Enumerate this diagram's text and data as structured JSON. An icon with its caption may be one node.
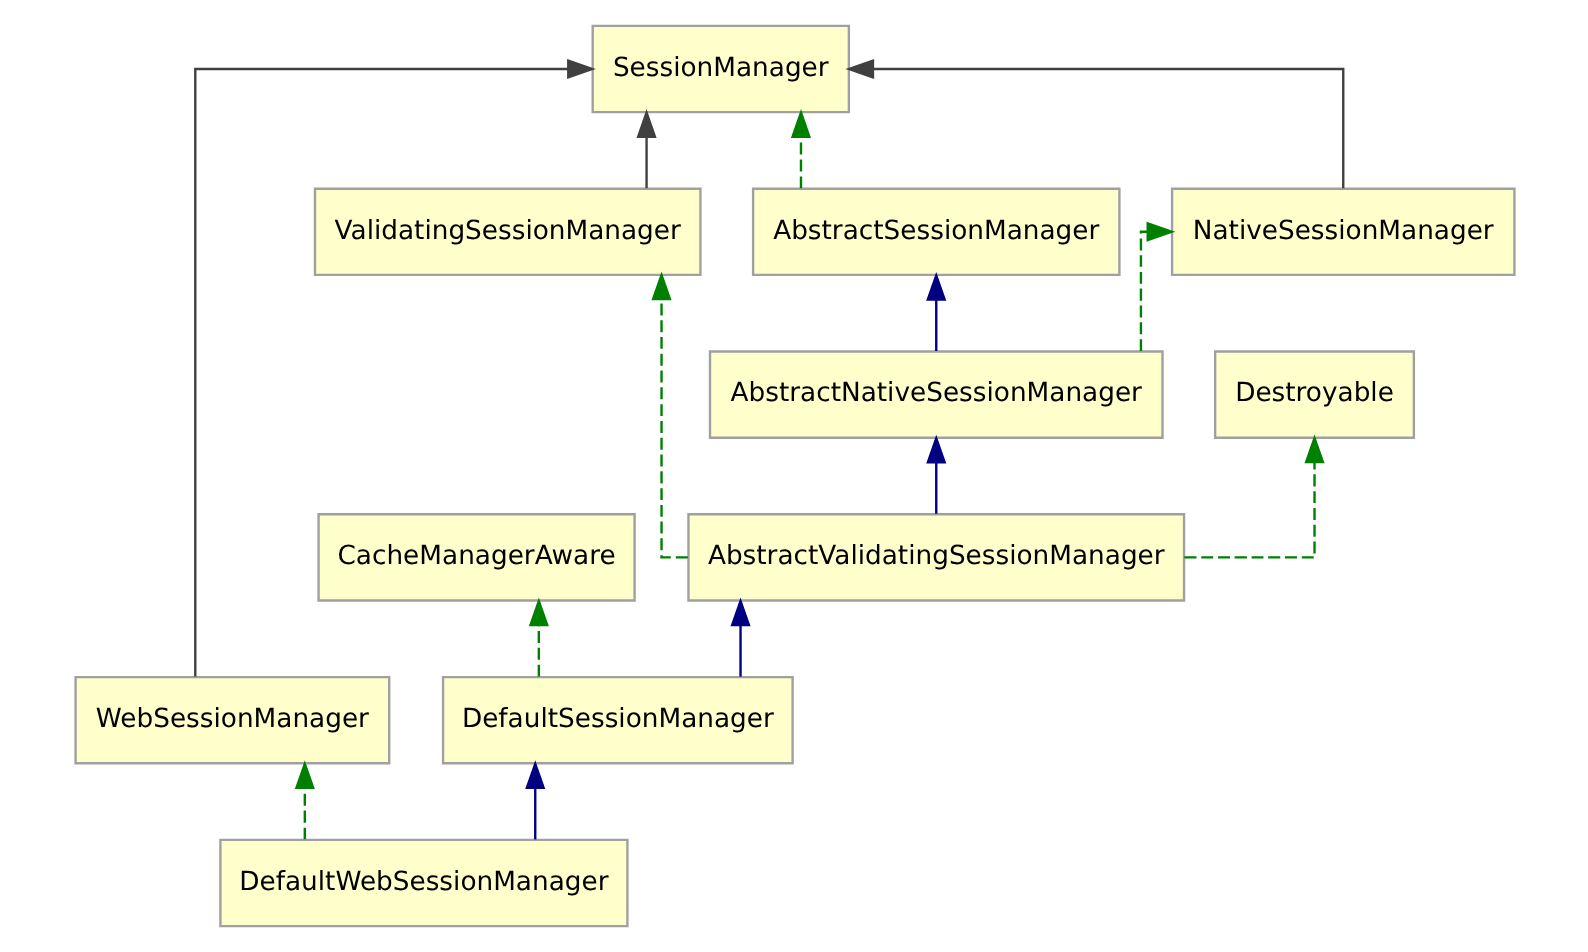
{
  "diagram": {
    "nodes": [
      {
        "text": [
          "SessionManager"
        ]
      },
      {
        "text": [
          "AbstractSessionManager"
        ]
      },
      {
        "text": [
          "NativeSessionManager"
        ]
      },
      {
        "text": [
          "ValidatingSessionManager"
        ]
      },
      {
        "text": [
          "WebSessionManager"
        ]
      },
      {
        "text": [
          "AbstractNativeSessionManager"
        ]
      },
      {
        "text": [
          "Destroyable"
        ]
      },
      {
        "text": [
          "CacheManagerAware"
        ]
      },
      {
        "text": [
          "AbstractValidatingSessionManager"
        ]
      },
      {
        "text": [
          "DefaultSessionManager"
        ]
      },
      {
        "text": [
          "DefaultWebSessionManager"
        ]
      }
    ],
    "edges": [
      {
        "from": 1,
        "to": 0,
        "arrow": "to",
        "style": "dashed",
        "color": "#008000"
      },
      {
        "from": 2,
        "to": 0,
        "arrow": "to"
      },
      {
        "from": 3,
        "to": 0,
        "arrow": "to"
      },
      {
        "from": 4,
        "to": 0,
        "arrow": "to"
      },
      {
        "from": 5,
        "to": 1,
        "arrow": "to",
        "color": "#000080"
      },
      {
        "from": 5,
        "to": 2,
        "arrow": "to",
        "style": "dashed",
        "color": "#008000"
      },
      {
        "from": 8,
        "to": 5,
        "arrow": "to",
        "color": "#000080"
      },
      {
        "from": 8,
        "to": 3,
        "arrow": "to",
        "style": "dashed",
        "color": "#008000"
      },
      {
        "from": 8,
        "to": 6,
        "arrow": "to",
        "style": "dashed",
        "color": "#008000"
      },
      {
        "from": 9,
        "to": 7,
        "arrow": "to",
        "style": "dashed",
        "color": "#008000"
      },
      {
        "from": 9,
        "to": 8,
        "arrow": "to",
        "color": "#000080"
      },
      {
        "from": 10,
        "to": 9,
        "arrow": "to",
        "color": "#000080"
      },
      {
        "from": 10,
        "to": 4,
        "arrow": "to",
        "style": "dashed",
        "color": "#008000"
      }
    ]
  }
}
